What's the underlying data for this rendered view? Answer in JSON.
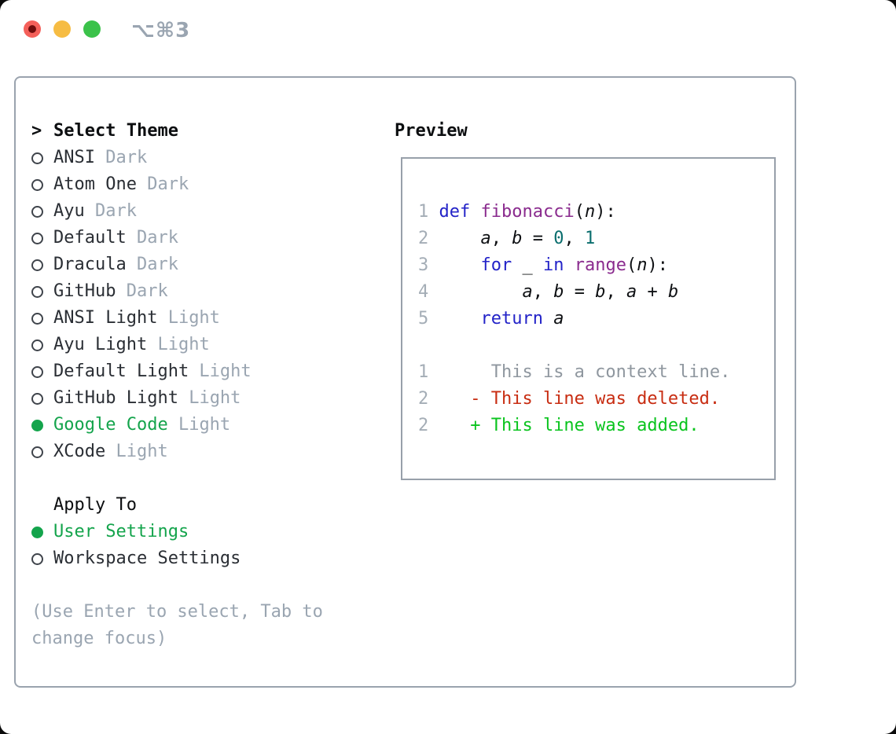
{
  "titlebar": {
    "shortcut": "⌥⌘3",
    "controls": [
      {
        "name": "close-button"
      },
      {
        "name": "minimize-button"
      },
      {
        "name": "zoom-button"
      }
    ]
  },
  "theme_section": {
    "cursor": ">",
    "title": "Select Theme",
    "items": [
      {
        "name": "ANSI",
        "variant": "Dark",
        "selected": false
      },
      {
        "name": "Atom One",
        "variant": "Dark",
        "selected": false
      },
      {
        "name": "Ayu",
        "variant": "Dark",
        "selected": false
      },
      {
        "name": "Default",
        "variant": "Dark",
        "selected": false
      },
      {
        "name": "Dracula",
        "variant": "Dark",
        "selected": false
      },
      {
        "name": "GitHub",
        "variant": "Dark",
        "selected": false
      },
      {
        "name": "ANSI Light",
        "variant": "Light",
        "selected": false
      },
      {
        "name": "Ayu Light",
        "variant": "Light",
        "selected": false
      },
      {
        "name": "Default Light",
        "variant": "Light",
        "selected": false
      },
      {
        "name": "GitHub Light",
        "variant": "Light",
        "selected": false
      },
      {
        "name": "Google Code",
        "variant": "Light",
        "selected": true
      },
      {
        "name": "XCode",
        "variant": "Light",
        "selected": false
      }
    ]
  },
  "apply_section": {
    "title": "Apply To",
    "items": [
      {
        "name": "User Settings",
        "selected": true
      },
      {
        "name": "Workspace Settings",
        "selected": false
      }
    ]
  },
  "hint": "(Use Enter to select, Tab to change focus)",
  "preview": {
    "title": "Preview",
    "code_lines": [
      {
        "num": "1",
        "tokens": [
          {
            "t": "def ",
            "c": "kw"
          },
          {
            "t": "fibonacci",
            "c": "fn"
          },
          {
            "t": "(",
            "c": "pl"
          },
          {
            "t": "n",
            "c": "va"
          },
          {
            "t": "):",
            "c": "pl"
          }
        ]
      },
      {
        "num": "2",
        "tokens": [
          {
            "t": "    ",
            "c": "pl"
          },
          {
            "t": "a",
            "c": "va"
          },
          {
            "t": ", ",
            "c": "pl"
          },
          {
            "t": "b",
            "c": "va"
          },
          {
            "t": " = ",
            "c": "pl"
          },
          {
            "t": "0",
            "c": "li"
          },
          {
            "t": ", ",
            "c": "pl"
          },
          {
            "t": "1",
            "c": "li"
          }
        ]
      },
      {
        "num": "3",
        "tokens": [
          {
            "t": "    ",
            "c": "pl"
          },
          {
            "t": "for",
            "c": "kw"
          },
          {
            "t": " _ ",
            "c": "pl"
          },
          {
            "t": "in",
            "c": "kw"
          },
          {
            "t": " ",
            "c": "pl"
          },
          {
            "t": "range",
            "c": "fn"
          },
          {
            "t": "(",
            "c": "pl"
          },
          {
            "t": "n",
            "c": "va"
          },
          {
            "t": "):",
            "c": "pl"
          }
        ]
      },
      {
        "num": "4",
        "tokens": [
          {
            "t": "        ",
            "c": "pl"
          },
          {
            "t": "a",
            "c": "va"
          },
          {
            "t": ", ",
            "c": "pl"
          },
          {
            "t": "b",
            "c": "va"
          },
          {
            "t": " = ",
            "c": "pl"
          },
          {
            "t": "b",
            "c": "va"
          },
          {
            "t": ", ",
            "c": "pl"
          },
          {
            "t": "a",
            "c": "va"
          },
          {
            "t": " + ",
            "c": "pl"
          },
          {
            "t": "b",
            "c": "va"
          }
        ]
      },
      {
        "num": "5",
        "tokens": [
          {
            "t": "    ",
            "c": "pl"
          },
          {
            "t": "return",
            "c": "kw"
          },
          {
            "t": " ",
            "c": "pl"
          },
          {
            "t": "a",
            "c": "va"
          }
        ]
      }
    ],
    "diff_lines": [
      {
        "num": "1",
        "marker": "",
        "text": "This is a context line.",
        "kind": "context"
      },
      {
        "num": "2",
        "marker": "-",
        "text": "This line was deleted.",
        "kind": "deleted"
      },
      {
        "num": "2",
        "marker": "+",
        "text": "This line was added.",
        "kind": "added"
      }
    ]
  },
  "colors": {
    "ink": "#2a2e34",
    "ink_strong": "#0c0e10",
    "gray": "#9aa5b1",
    "panel_border": "#9aa3ae",
    "preview_border": "#98a0aa",
    "selection_green": "#14a44c",
    "radio_ring": "#3f444b",
    "line_number_gray": "#a4adb6",
    "keyword_blue": "#2323c8",
    "function_magenta": "#8a2b8e",
    "literal_teal": "#0a6e6e",
    "code_plain": "#0e1013",
    "diff_context_gray": "#8f979f",
    "diff_deleted_red": "#c82d12",
    "diff_added_green": "#0ac41e",
    "traffic_red": "#f4605a",
    "traffic_red_dot": "#6f0c0c",
    "traffic_yellow": "#f6bc43",
    "traffic_green": "#3bc24a"
  }
}
